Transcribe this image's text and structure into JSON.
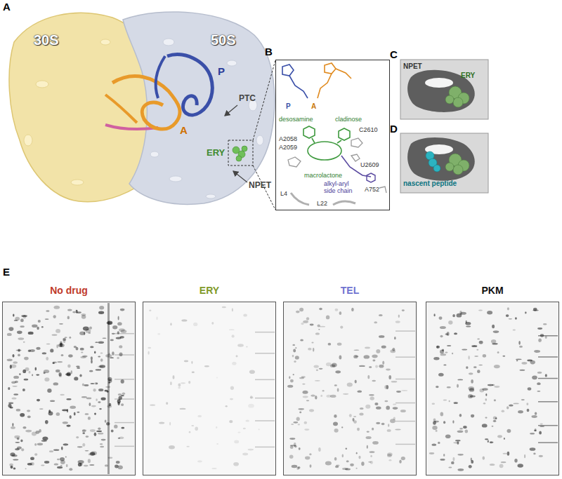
{
  "diagram": {
    "nodes": [
      {
        "text": [
          "P",
          "A",
          "desosamine",
          "cladinose",
          "C2610",
          "A2058",
          "A2059",
          "U2609",
          "macrolactone",
          "alkyl-aryl side chain",
          "A752",
          "L4",
          "L22"
        ]
      },
      {
        "text": [
          "NPET",
          "ERY"
        ]
      },
      {
        "text": [
          "nascent peptide"
        ]
      },
      {
        "text": [
          "No drug"
        ]
      },
      {
        "text": [
          "ERY"
        ]
      },
      {
        "text": [
          "TEL"
        ]
      },
      {
        "text": [
          "PKM"
        ]
      }
    ],
    "labels": [
      "A",
      "30S",
      "50S",
      "P",
      "A",
      "PTC",
      "ERY",
      "NPET",
      "B",
      "C",
      "D",
      "E"
    ]
  }
}
